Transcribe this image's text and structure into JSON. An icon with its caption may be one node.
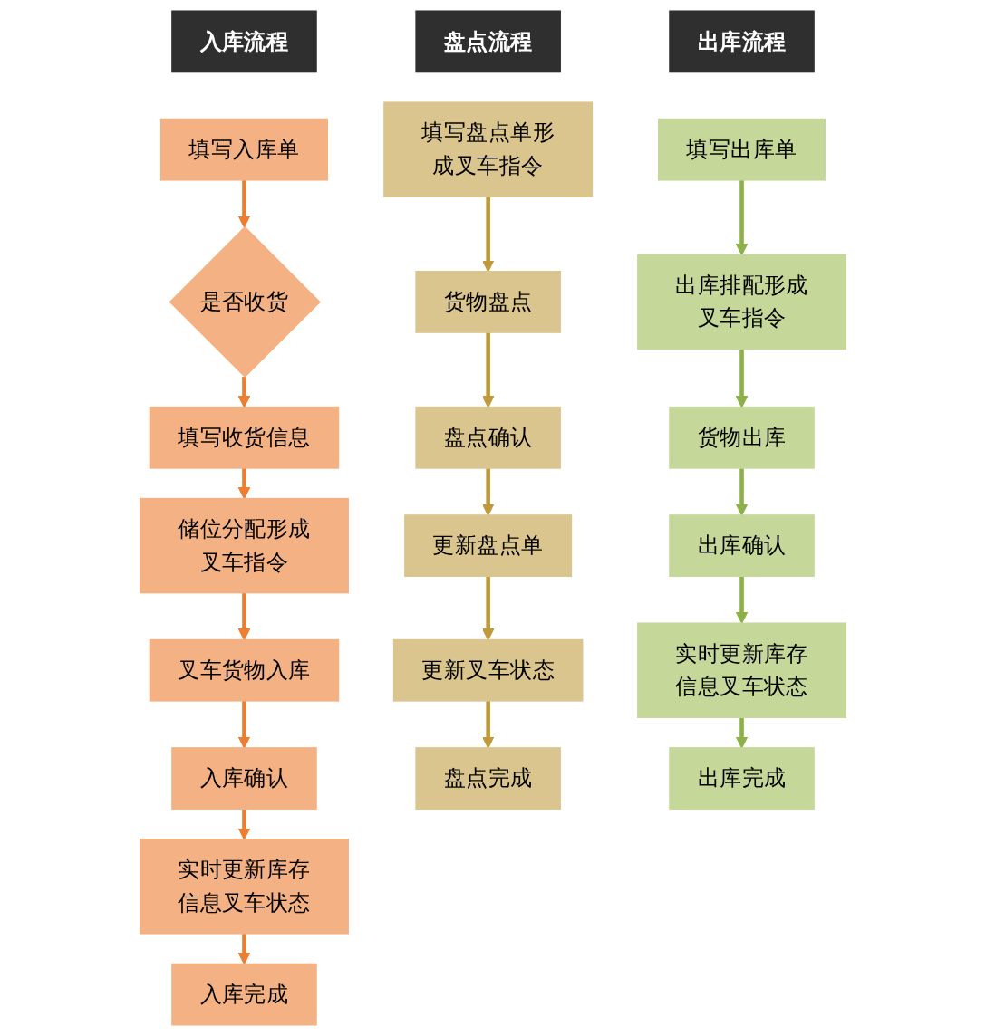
{
  "diagram": {
    "nodes": [
      {
        "text": [
          "入库流程"
        ]
      },
      {
        "text": [
          "填写入库单"
        ]
      },
      {
        "text": [
          "是否收货"
        ]
      },
      {
        "text": [
          "填写收货信息"
        ]
      },
      {
        "text": [
          "储位分配形成叉车指令"
        ]
      },
      {
        "text": [
          "叉车货物入库"
        ]
      },
      {
        "text": [
          "入库确认"
        ]
      },
      {
        "text": [
          "实时更新库存信息叉车状态"
        ]
      },
      {
        "text": [
          "入库完成"
        ]
      },
      {
        "text": [
          "盘点流程"
        ]
      },
      {
        "text": [
          "填写盘点单形成叉车指令"
        ]
      },
      {
        "text": [
          "货物盘点"
        ]
      },
      {
        "text": [
          "盘点确认"
        ]
      },
      {
        "text": [
          "更新盘点单"
        ]
      },
      {
        "text": [
          "更新叉车状态"
        ]
      },
      {
        "text": [
          "盘点完成"
        ]
      },
      {
        "text": [
          "出库流程"
        ]
      },
      {
        "text": [
          "填写出库单"
        ]
      },
      {
        "text": [
          "出库排配形成叉车指令"
        ]
      },
      {
        "text": [
          "货物出库"
        ]
      },
      {
        "text": [
          "出库确认"
        ]
      },
      {
        "text": [
          "实时更新库存信息叉车状态"
        ]
      },
      {
        "text": [
          "出库完成"
        ]
      }
    ],
    "edges": [
      {
        "from": 1,
        "to": 2,
        "arrow": "to"
      },
      {
        "from": 2,
        "to": 3,
        "arrow": "to"
      },
      {
        "from": 3,
        "to": 4,
        "arrow": "to"
      },
      {
        "from": 4,
        "to": 5,
        "arrow": "to"
      },
      {
        "from": 5,
        "to": 6,
        "arrow": "to"
      },
      {
        "from": 6,
        "to": 7,
        "arrow": "to"
      },
      {
        "from": 7,
        "to": 8,
        "arrow": "to"
      },
      {
        "from": 10,
        "to": 11,
        "arrow": "to",
        "color": "#c09a3a"
      },
      {
        "from": 11,
        "to": 12,
        "arrow": "to",
        "color": "#c09a3a"
      },
      {
        "from": 12,
        "to": 13,
        "arrow": "to",
        "color": "#c09a3a"
      },
      {
        "from": 13,
        "to": 14,
        "arrow": "to",
        "color": "#c09a3a"
      },
      {
        "from": 14,
        "to": 15,
        "arrow": "to",
        "color": "#c09a3a"
      },
      {
        "from": 17,
        "to": 18,
        "arrow": "to",
        "color": "#8db04a"
      },
      {
        "from": 18,
        "to": 19,
        "arrow": "to",
        "color": "#8db04a"
      },
      {
        "from": 19,
        "to": 20,
        "arrow": "to",
        "color": "#8db04a"
      },
      {
        "from": 20,
        "to": 21,
        "arrow": "to",
        "color": "#8db04a"
      },
      {
        "from": 21,
        "to": 22,
        "arrow": "to",
        "color": "#8db04a"
      }
    ]
  }
}
